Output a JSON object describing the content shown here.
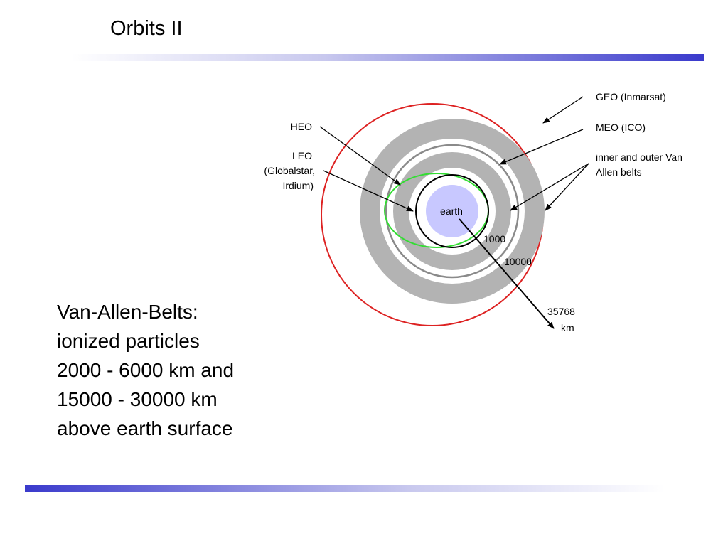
{
  "title": "Orbits II",
  "body_text": {
    "lines": [
      "Van-Allen-Belts:",
      "ionized particles",
      "2000 - 6000 km and",
      "15000 - 30000 km",
      "above earth surface"
    ]
  },
  "diagram": {
    "labels": {
      "geo": "GEO (Inmarsat)",
      "meo": "MEO (ICO)",
      "van_allen_line1": "inner and outer Van",
      "van_allen_line2": "Allen belts",
      "heo": "HEO",
      "leo_line1": "LEO",
      "leo_line2": "(Globalstar,",
      "leo_line3": "Irdium)",
      "earth": "earth",
      "dist_1000": "1000",
      "dist_10000": "10000",
      "dist_35768": "35768",
      "dist_km": "km"
    },
    "colors": {
      "geo_orbit": "#dd2222",
      "heo_orbit": "#33dd33",
      "van_allen_belts": "#b3b3b3",
      "meo_orbit": "#8a8a8a",
      "earth": "#c8c8ff",
      "title_bar": "#3a3acc"
    }
  }
}
